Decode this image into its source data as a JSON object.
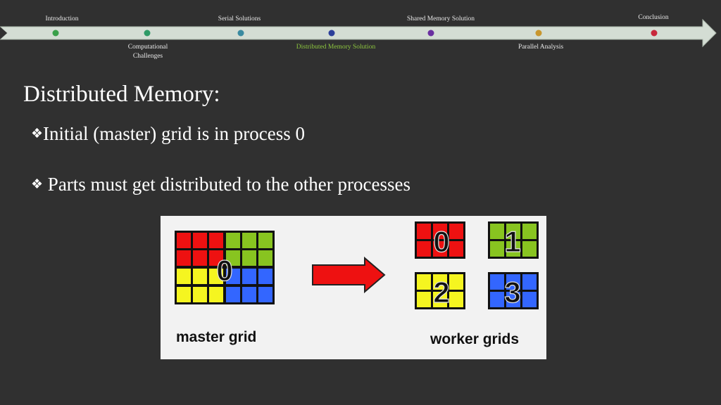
{
  "timeline": {
    "items": [
      {
        "label": "Introduction",
        "color": "#3aa04a"
      },
      {
        "label": "Computational Challenges",
        "color": "#2e9a66"
      },
      {
        "label": "Serial Solutions",
        "color": "#3a8aa0"
      },
      {
        "label": "Distributed Memory Solution",
        "color": "#2c3f9a",
        "active": true
      },
      {
        "label": "Shared Memory Solution",
        "color": "#6a2fa0"
      },
      {
        "label": "Parallel Analysis",
        "color": "#c8962e"
      },
      {
        "label": "Conclusion",
        "color": "#c8283c"
      }
    ]
  },
  "slide": {
    "title": "Distributed Memory:",
    "bullets": [
      {
        "glyph": "❖",
        "text": "Initial (master) grid is in process 0"
      },
      {
        "glyph": "❖",
        "text": " Parts must get distributed to the other processes"
      }
    ]
  },
  "figure": {
    "master": {
      "label": "0",
      "caption": "master grid"
    },
    "workers": {
      "caption": "worker grids",
      "grids": [
        {
          "label": "0",
          "color": "#ee1111"
        },
        {
          "label": "1",
          "color": "#88c420"
        },
        {
          "label": "2",
          "color": "#f5f520"
        },
        {
          "label": "3",
          "color": "#3366ff"
        }
      ]
    },
    "arrow_color": "#ee1111"
  }
}
